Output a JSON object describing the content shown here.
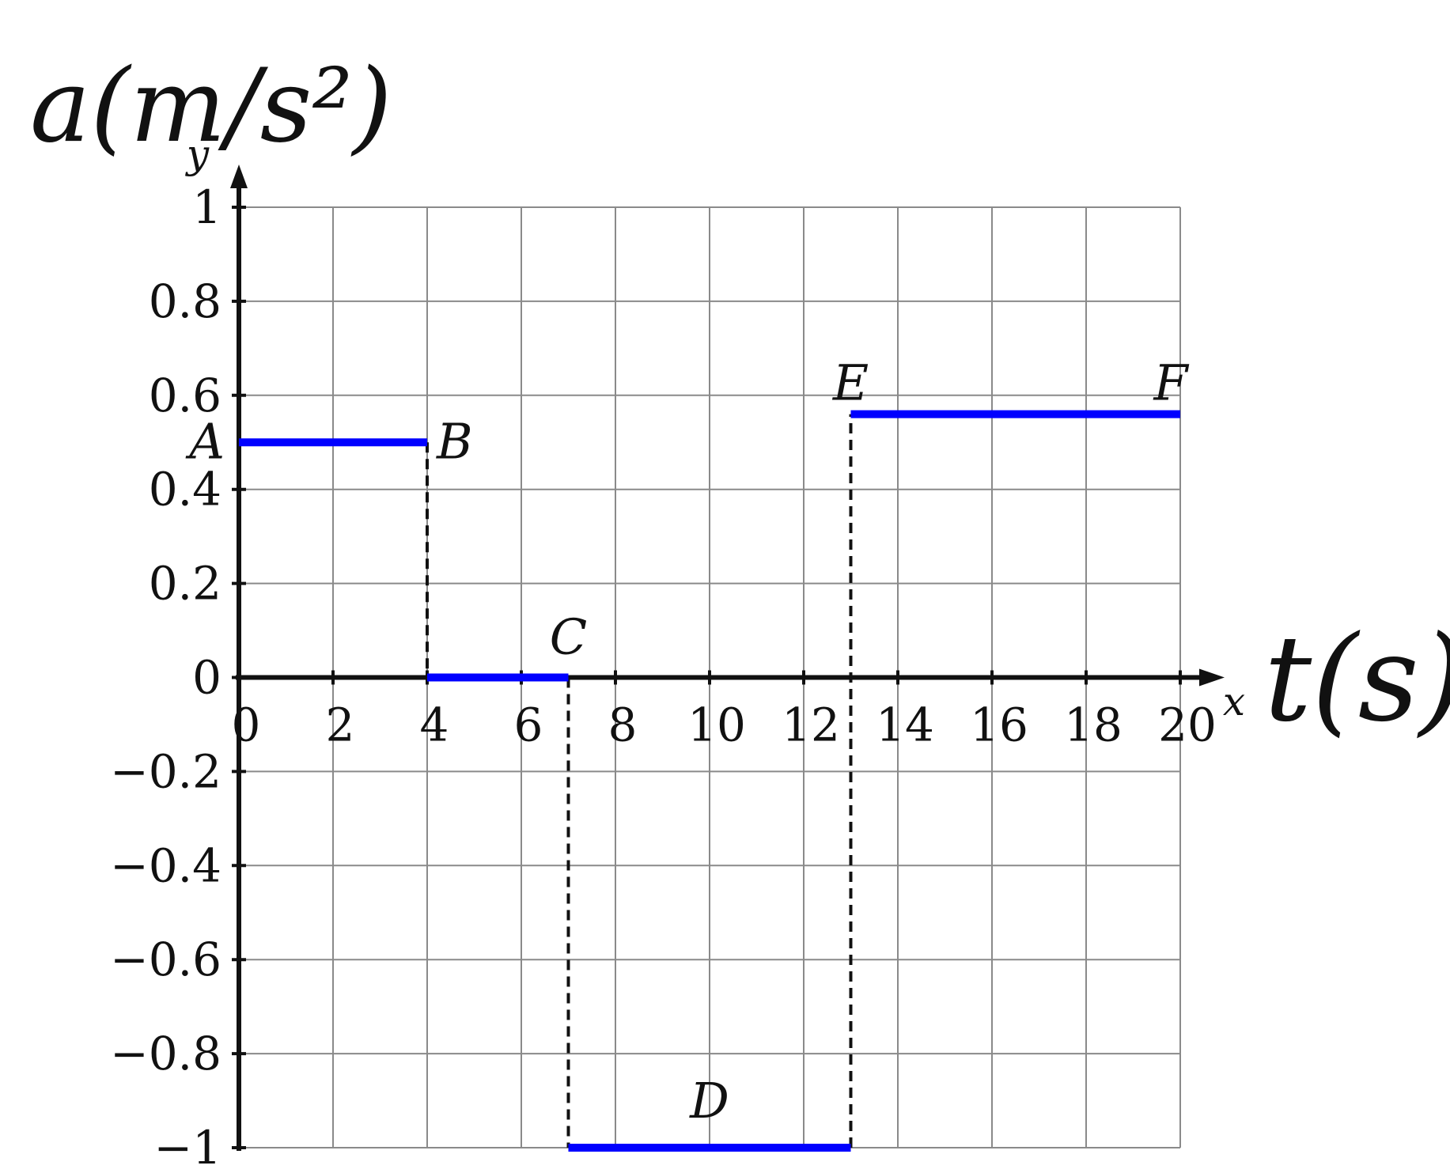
{
  "chart_data": {
    "type": "line",
    "title": "",
    "xlabel": "t(s)",
    "ylabel": "a(m/s²)",
    "x_axis_marker": "x",
    "y_axis_marker": "y",
    "xlim": [
      0,
      20
    ],
    "ylim": [
      -1,
      1
    ],
    "x_ticks": [
      0,
      2,
      4,
      6,
      8,
      10,
      12,
      14,
      16,
      18,
      20
    ],
    "x_tick_labels": [
      "0",
      "2",
      "4",
      "6",
      "8",
      "10",
      "12",
      "14",
      "16",
      "18",
      "20"
    ],
    "y_ticks": [
      -1,
      -0.8,
      -0.6,
      -0.4,
      -0.2,
      0,
      0.2,
      0.4,
      0.6,
      0.8,
      1
    ],
    "y_tick_labels": [
      "−1",
      "−0.8",
      "−0.6",
      "−0.4",
      "−0.2",
      "0",
      "0.2",
      "0.4",
      "0.6",
      "0.8",
      "1"
    ],
    "x_grid_step": 2,
    "y_grid_step": 0.2,
    "grid": true,
    "series_color": "#0000ff",
    "segments": [
      {
        "from_x": 0,
        "to_x": 4,
        "y": 0.5,
        "start_label": "A",
        "end_label": "B"
      },
      {
        "from_x": 4,
        "to_x": 7,
        "y": 0,
        "start_label": "",
        "end_label": "C"
      },
      {
        "from_x": 7,
        "to_x": 13,
        "y": -1,
        "start_label": "",
        "end_label": "D"
      },
      {
        "from_x": 13,
        "to_x": 20,
        "y": 0.56,
        "start_label": "E",
        "end_label": "F"
      }
    ],
    "dashed_connectors": [
      {
        "x": 4,
        "from_y": 0.5,
        "to_y": 0
      },
      {
        "x": 7,
        "from_y": 0,
        "to_y": -1
      },
      {
        "x": 13,
        "from_y": -1,
        "to_y": 0.56
      }
    ],
    "point_labels": [
      {
        "text": "A",
        "x": 0,
        "y": 0.5
      },
      {
        "text": "B",
        "x": 4,
        "y": 0.5
      },
      {
        "text": "C",
        "x": 7,
        "y": 0
      },
      {
        "text": "D",
        "x": 10,
        "y": -1
      },
      {
        "text": "E",
        "x": 13,
        "y": 0.56
      },
      {
        "text": "F",
        "x": 20,
        "y": 0.56
      }
    ]
  }
}
